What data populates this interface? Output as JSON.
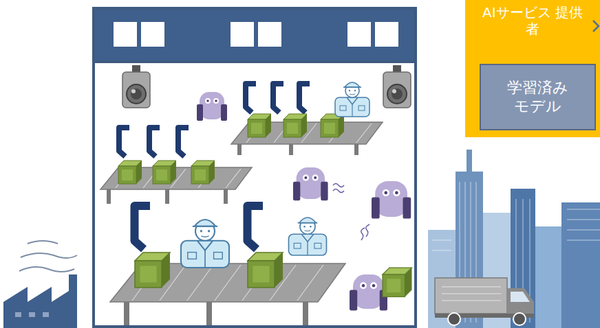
{
  "diagram": {
    "nodes": [
      {
        "text": [
          "AIサービス 提供者"
        ]
      },
      {
        "text": [
          "学習済み モデル"
        ],
        "in": 0
      }
    ]
  }
}
